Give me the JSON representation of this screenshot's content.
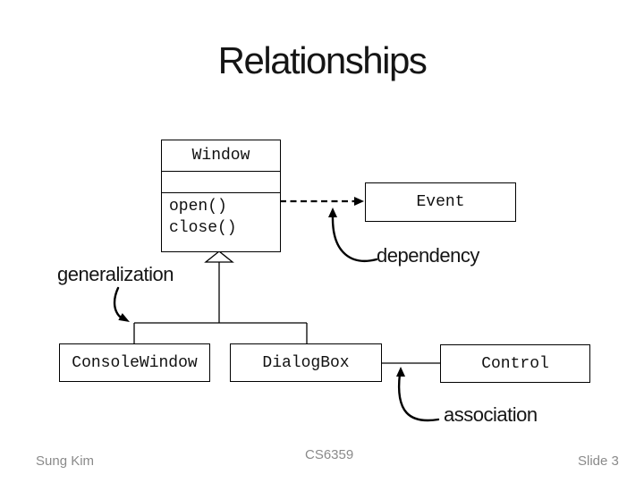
{
  "slide": {
    "title": "Relationships",
    "footer": {
      "author": "Sung Kim",
      "course_code": "CS6359",
      "slide_number": "Slide 3"
    }
  },
  "diagram": {
    "classes": {
      "window": {
        "name": "Window",
        "methods": [
          "open()",
          "close()"
        ]
      },
      "event": {
        "name": "Event"
      },
      "console_window": {
        "name": "ConsoleWindow"
      },
      "dialog_box": {
        "name": "DialogBox"
      },
      "control": {
        "name": "Control"
      }
    },
    "relationship_labels": {
      "generalization": "generalization",
      "dependency": "dependency",
      "association": "association"
    },
    "colors": {
      "line": "#000000",
      "text": "#1c1c1c",
      "footer_text": "#8a8a8a",
      "background": "#ffffff"
    }
  }
}
